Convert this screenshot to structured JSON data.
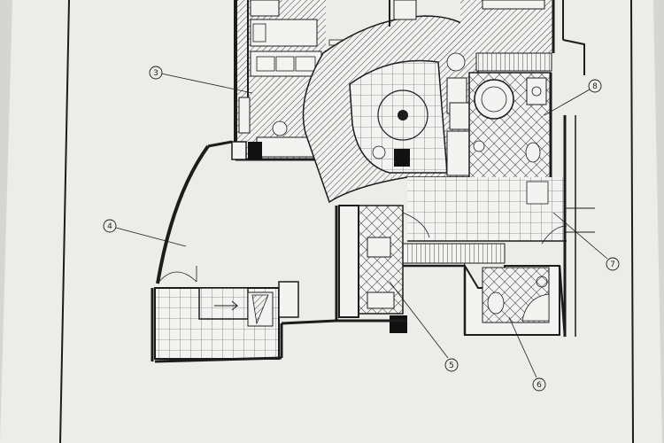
{
  "drawing": {
    "colors": {
      "background": "#d9d8d4",
      "paper": "#efefed",
      "ink": "#1c1c1c",
      "hatch": "#3a3a3a"
    },
    "callouts": [
      {
        "id": "3",
        "label": "3"
      },
      {
        "id": "4",
        "label": "4"
      },
      {
        "id": "5",
        "label": "5"
      },
      {
        "id": "6",
        "label": "6"
      },
      {
        "id": "7",
        "label": "7"
      },
      {
        "id": "8",
        "label": "8"
      }
    ]
  }
}
